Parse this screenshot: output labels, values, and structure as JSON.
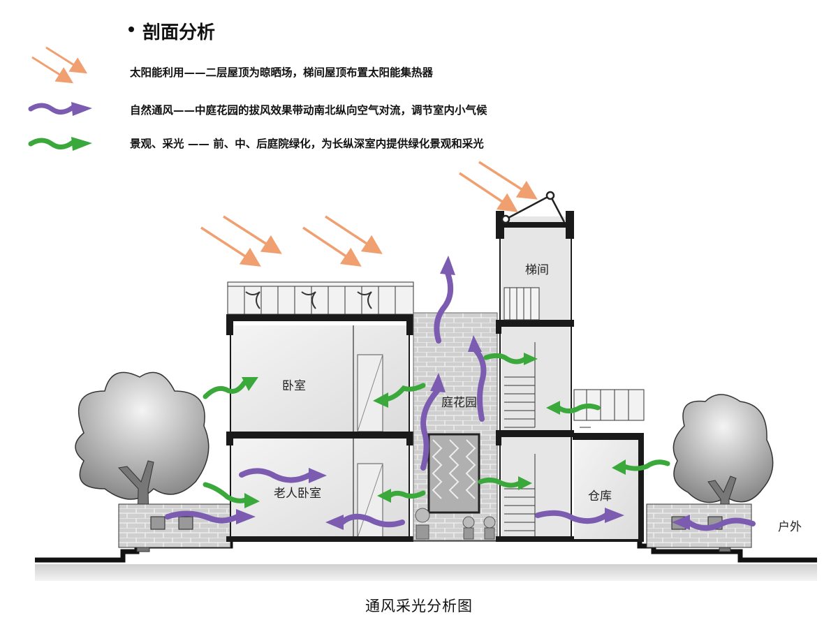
{
  "title": "剖面分析",
  "legend": [
    {
      "key": "solar",
      "text": "太阳能利用——二层屋顶为晾晒场，梯间屋顶布置太阳能集热器",
      "color": "#f0a070"
    },
    {
      "key": "wind",
      "text": "自然通风——中庭花园的拔风效果带动南北纵向空气对流，调节室内小气候",
      "color": "#7b5cb0"
    },
    {
      "key": "light",
      "text": "景观、采光 —— 前、中、后庭院绿化，为长纵深室内提供绿化景观和采光",
      "color": "#3aa83a"
    }
  ],
  "rooms": {
    "bedroom": "卧室",
    "elder_bedroom": "老人卧室",
    "courtyard": "庭花园",
    "stair": "梯间",
    "storage": "仓库",
    "outdoor": "户外"
  },
  "caption": "通风采光分析图",
  "colors": {
    "solar": "#f0a070",
    "wind": "#7b5cb0",
    "light": "#3aa83a",
    "wall": "#1a1a1a",
    "brick": "#c8c8c8"
  }
}
